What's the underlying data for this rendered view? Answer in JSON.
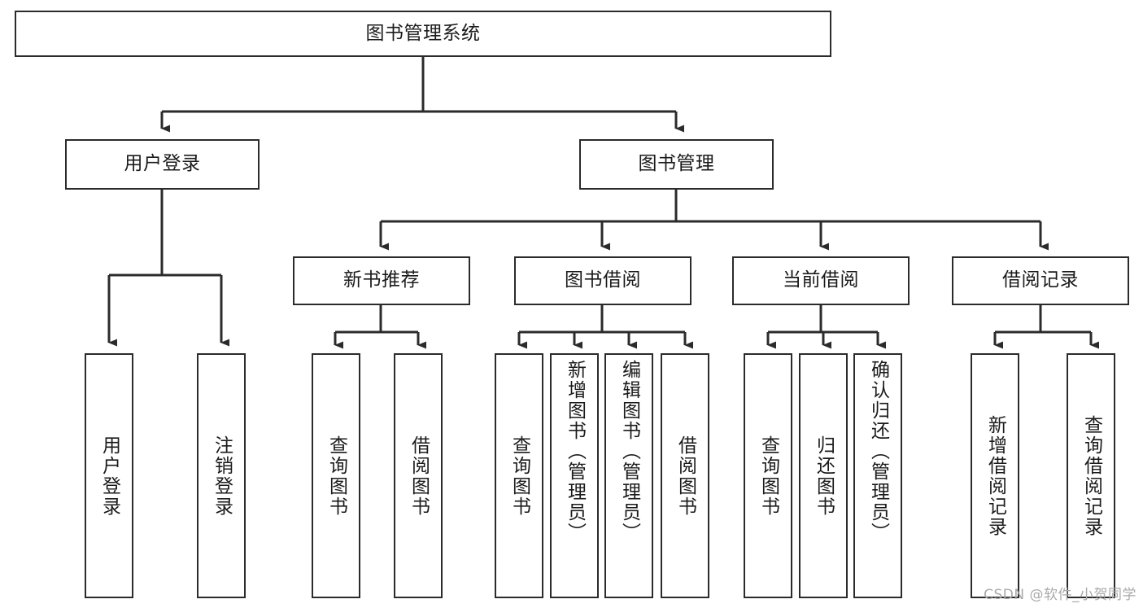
{
  "diagram": {
    "title": "图书管理系统",
    "type": "tree",
    "watermark": "CSDN @软件_小贺同学",
    "colors": {
      "stroke": "#2b2b2b",
      "fill": "#ffffff",
      "text": "#1b1b1b",
      "watermark": "#a9a9a9"
    },
    "nodes": {
      "root": {
        "label": "图书管理系统"
      },
      "level2": [
        {
          "label": "用户登录"
        },
        {
          "label": "图书管理"
        }
      ],
      "level3": [
        {
          "label": "新书推荐"
        },
        {
          "label": "图书借阅"
        },
        {
          "label": "当前借阅"
        },
        {
          "label": "借阅记录"
        }
      ],
      "leaves": {
        "user_login": [
          {
            "label": "用户登录"
          },
          {
            "label": "注销登录"
          }
        ],
        "new_book_recommend": [
          {
            "label": "查询图书"
          },
          {
            "label": "借阅图书"
          }
        ],
        "book_borrow": [
          {
            "label": "查询图书"
          },
          {
            "label": "新增图书（管理员）"
          },
          {
            "label": "编辑图书（管理员）"
          },
          {
            "label": "借阅图书"
          }
        ],
        "current_borrow": [
          {
            "label": "查询图书"
          },
          {
            "label": "归还图书"
          },
          {
            "label": "确认归还（管理员）"
          }
        ],
        "borrow_record": [
          {
            "label": "新增借阅记录"
          },
          {
            "label": "查询借阅记录"
          }
        ]
      }
    }
  }
}
